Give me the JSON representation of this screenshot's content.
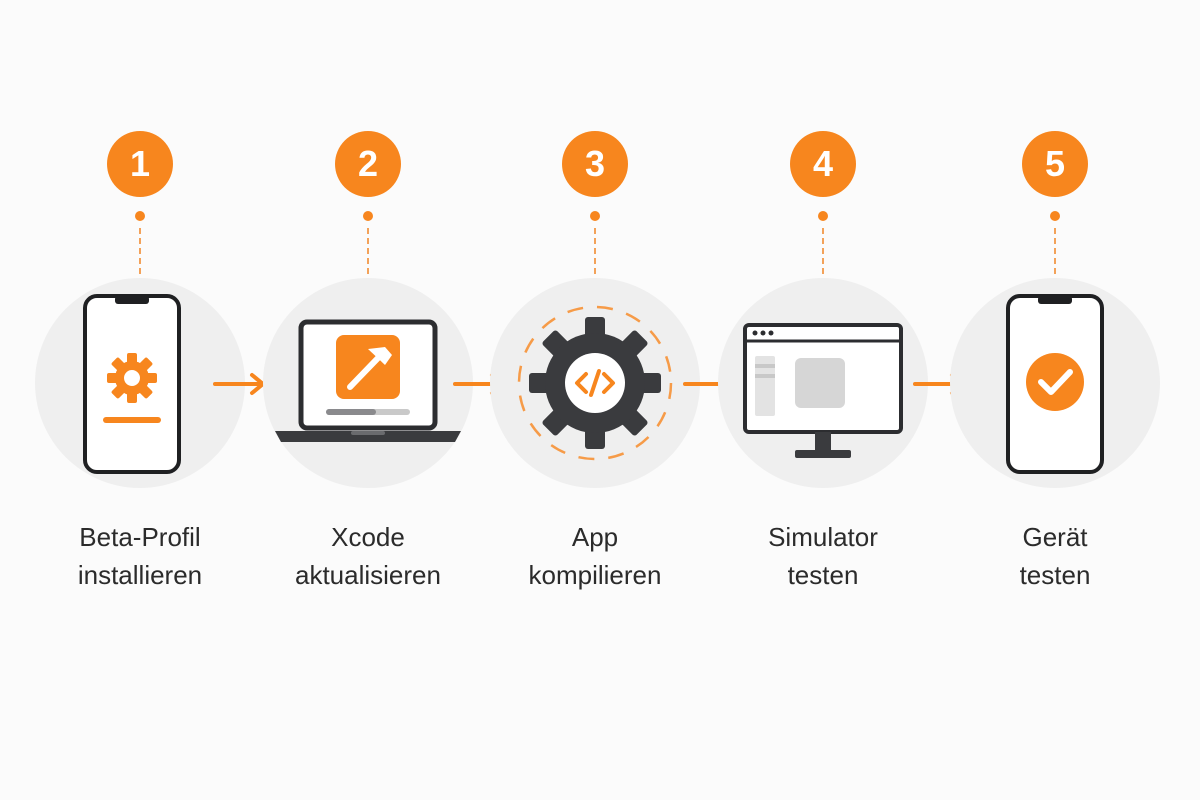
{
  "colors": {
    "accent": "#f7861e",
    "icon_dark": "#3a3b3e",
    "disc_bg": "#efefef",
    "text": "#2b2b2b"
  },
  "steps": [
    {
      "number": "1",
      "label_line1": "Beta-Profil",
      "label_line2": "installieren",
      "icon": "phone-gear-icon"
    },
    {
      "number": "2",
      "label_line1": "Xcode",
      "label_line2": "aktualisieren",
      "icon": "laptop-hammer-icon"
    },
    {
      "number": "3",
      "label_line1": "App",
      "label_line2": "kompilieren",
      "icon": "gear-code-icon"
    },
    {
      "number": "4",
      "label_line1": "Simulator",
      "label_line2": "testen",
      "icon": "monitor-window-icon"
    },
    {
      "number": "5",
      "label_line1": "Gerät",
      "label_line2": "testen",
      "icon": "phone-checkmark-icon"
    }
  ]
}
